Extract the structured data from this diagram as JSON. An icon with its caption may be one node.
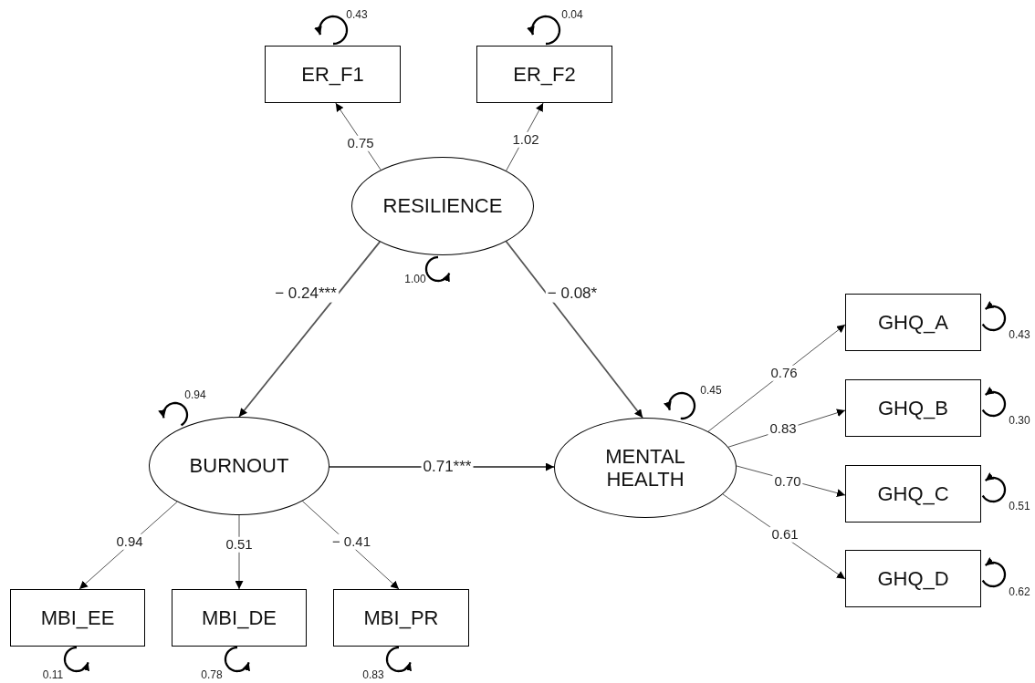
{
  "diagram": {
    "nodes": [
      {
        "text": [
          "ER_F1"
        ]
      },
      {
        "text": [
          "ER_F2"
        ]
      },
      {
        "text": [
          "RESILIENCE"
        ]
      },
      {
        "text": [
          "BURNOUT"
        ]
      },
      {
        "text": [
          "MENTAL HEALTH"
        ]
      },
      {
        "text": [
          "GHQ_A"
        ]
      },
      {
        "text": [
          "GHQ_B"
        ]
      },
      {
        "text": [
          "GHQ_C"
        ]
      },
      {
        "text": [
          "GHQ_D"
        ]
      },
      {
        "text": [
          "MBI_EE"
        ]
      },
      {
        "text": [
          "MBI_DE"
        ]
      },
      {
        "text": [
          "MBI_PR"
        ]
      }
    ],
    "edges": [
      {
        "from": 2,
        "to": 0,
        "arrow": "to",
        "label": "0.75"
      },
      {
        "from": 2,
        "to": 1,
        "arrow": "to",
        "label": "1.02"
      },
      {
        "from": 2,
        "to": 3,
        "arrow": "to",
        "label": "− 0.24***"
      },
      {
        "from": 2,
        "to": 4,
        "arrow": "to",
        "label": "− 0.08*"
      },
      {
        "from": 3,
        "to": 4,
        "arrow": "to",
        "label": "0.71***"
      },
      {
        "from": 3,
        "to": 9,
        "arrow": "to",
        "label": "0.94"
      },
      {
        "from": 3,
        "to": 10,
        "arrow": "to",
        "label": "0.51"
      },
      {
        "from": 3,
        "to": 11,
        "arrow": "to",
        "label": "− 0.41"
      },
      {
        "from": 4,
        "to": 5,
        "arrow": "to",
        "label": "0.76"
      },
      {
        "from": 4,
        "to": 6,
        "arrow": "to",
        "label": "0.83"
      },
      {
        "from": 4,
        "to": 7,
        "arrow": "to",
        "label": "0.70"
      },
      {
        "from": 4,
        "to": 8,
        "arrow": "to",
        "label": "0.61"
      },
      {
        "from": 0,
        "to": 0,
        "arrow": "to",
        "label": "0.43"
      },
      {
        "from": 1,
        "to": 1,
        "arrow": "to",
        "label": "0.04"
      },
      {
        "from": 2,
        "to": 2,
        "arrow": "to",
        "label": "1.00"
      },
      {
        "from": 3,
        "to": 3,
        "arrow": "to",
        "label": "0.94"
      },
      {
        "from": 4,
        "to": 4,
        "arrow": "to",
        "label": "0.45"
      },
      {
        "from": 5,
        "to": 5,
        "arrow": "to",
        "label": "0.43"
      },
      {
        "from": 6,
        "to": 6,
        "arrow": "to",
        "label": "0.30"
      },
      {
        "from": 7,
        "to": 7,
        "arrow": "to",
        "label": "0.51"
      },
      {
        "from": 8,
        "to": 8,
        "arrow": "to",
        "label": "0.62"
      },
      {
        "from": 9,
        "to": 9,
        "arrow": "to",
        "label": "0.11"
      },
      {
        "from": 10,
        "to": 10,
        "arrow": "to",
        "label": "0.78"
      },
      {
        "from": 11,
        "to": 11,
        "arrow": "to",
        "label": "0.83"
      }
    ]
  }
}
